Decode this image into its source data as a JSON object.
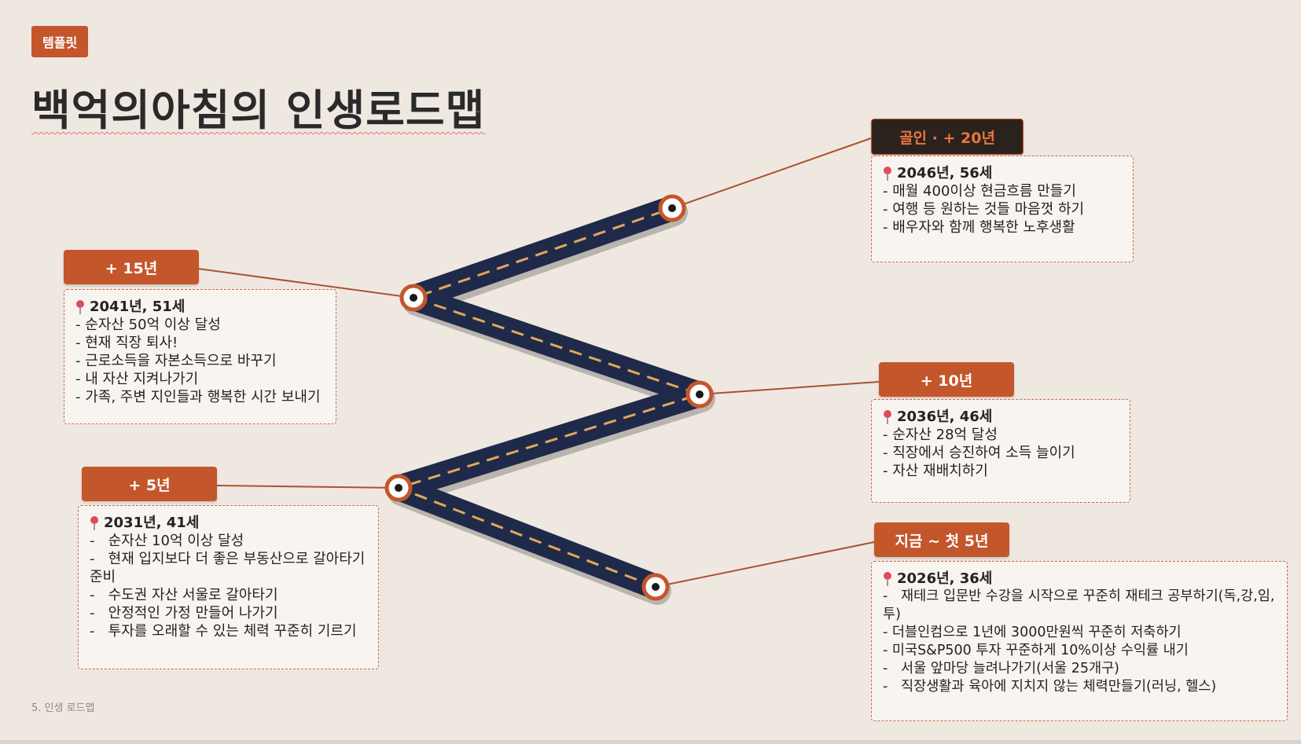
{
  "tag": "템플릿",
  "title": "백억의아침의 인생로드맵",
  "footer": "5. 인생 로드맵",
  "stages": [
    {
      "label": "골인 · + 20년",
      "style": "dark",
      "head": "2046년, 56세",
      "items": [
        "- 매월 400이상 현금흐름 만들기",
        "- 여행 등 원하는 것들 마음껏 하기",
        "- 배우자와 함께 행복한 노후생활"
      ]
    },
    {
      "label": "+ 15년",
      "style": "orange",
      "head": "2041년, 51세",
      "items": [
        "- 순자산 50억 이상 달성",
        "- 현재 직장 퇴사!",
        "- 근로소득을 자본소득으로 바꾸기",
        "- 내 자산 지켜나가기",
        "- 가족, 주변 지인들과 행복한 시간 보내기"
      ]
    },
    {
      "label": "+ 10년",
      "style": "orange",
      "head": "2036년, 46세",
      "items": [
        "- 순자산 28억 달성",
        "- 직장에서 승진하여 소득 늘이기",
        "- 자산 재배치하기"
      ]
    },
    {
      "label": "+ 5년",
      "style": "orange",
      "head": "2031년, 41세",
      "items": [
        "-   순자산 10억 이상 달성",
        "-   현재 입지보다 더 좋은 부동산으로 갈아타기 준비",
        "-   수도권 자산 서울로 갈아타기",
        "-   안정적인 가정 만들어 나가기",
        "-   투자를 오래할 수 있는 체력 꾸준히 기르기"
      ]
    },
    {
      "label": "지금 ~ 첫 5년",
      "style": "orange",
      "head": "2026년, 36세",
      "items": [
        "-   재테크 입문반 수강을 시작으로 꾸준히 재테크 공부하기(독,강,임,투)",
        "- 더블인컴으로 1년에 3000만원씩 꾸준히 저축하기",
        "- 미국S&P500 투자 꾸준하게 10%이상 수익률 내기",
        "-   서울 앞마당 늘려나가기(서울 25개구)",
        "-   직장생활과 육아에 지치지 않는 체력만들기(러닝, 헬스)"
      ]
    }
  ],
  "colors": {
    "accent": "#c4562c",
    "road": "#1f2a4a",
    "road_dash": "#e2a85a",
    "background": "#efe8e1"
  }
}
